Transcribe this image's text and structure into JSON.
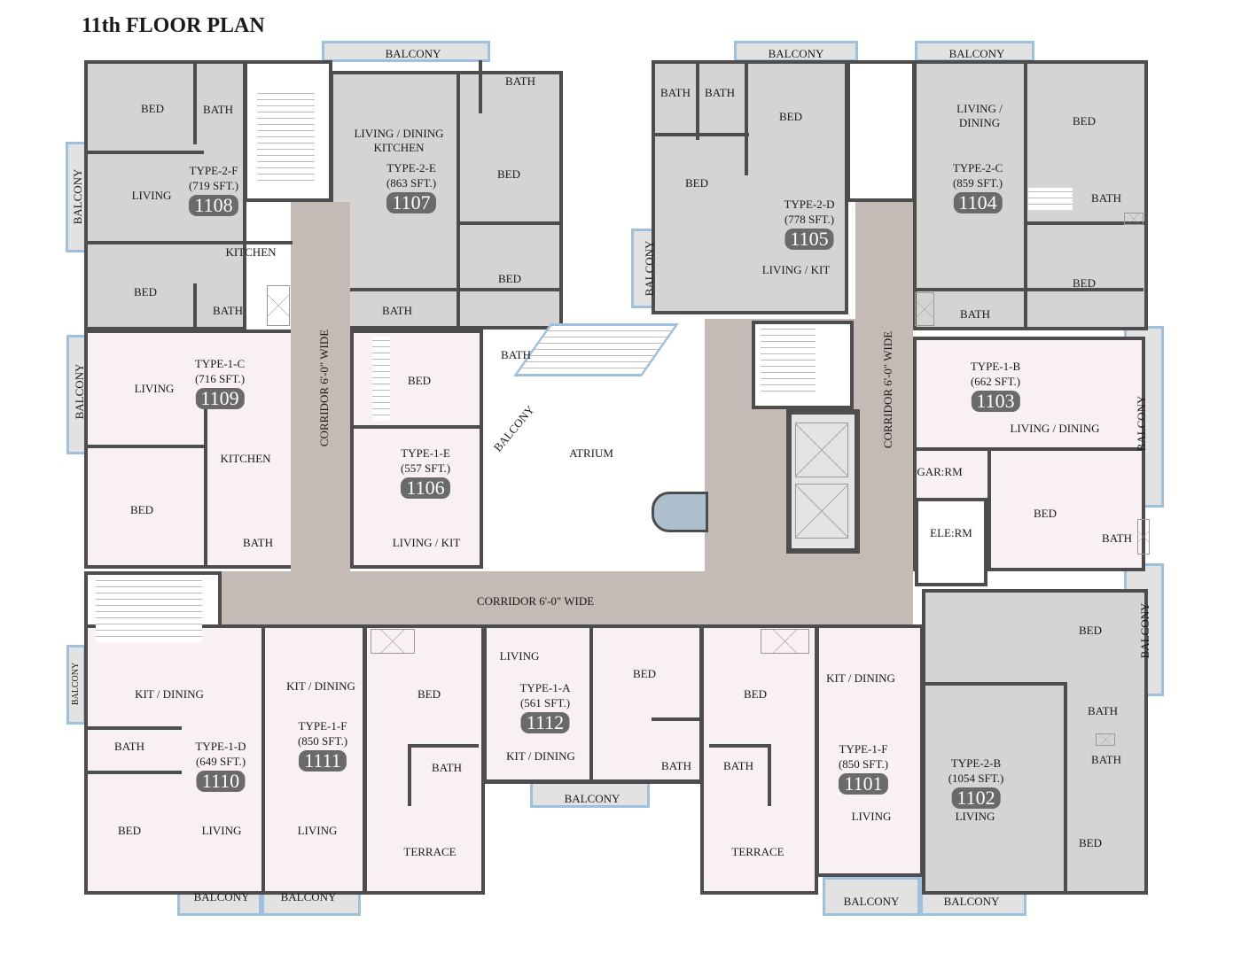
{
  "title": "11th FLOOR PLAN",
  "colors": {
    "type2_fill": "#d6d3d3",
    "type1_fill": "#f9f0f4",
    "corridor": "#c5bbb6",
    "wall": "#4d4d4d",
    "balcony_edge": "#9fc0dc",
    "badge": "#6a6a6a"
  },
  "units": [
    {
      "type": "TYPE-2-F",
      "area": "(719 SFT.)",
      "number": "1108"
    },
    {
      "type": "TYPE-2-E",
      "area": "(863 SFT.)",
      "number": "1107"
    },
    {
      "type": "TYPE-2-D",
      "area": "(778 SFT.)",
      "number": "1105"
    },
    {
      "type": "TYPE-2-C",
      "area": "(859 SFT.)",
      "number": "1104"
    },
    {
      "type": "TYPE-1-C",
      "area": "(716 SFT.)",
      "number": "1109"
    },
    {
      "type": "TYPE-1-E",
      "area": "(557 SFT.)",
      "number": "1106"
    },
    {
      "type": "TYPE-1-B",
      "area": "(662 SFT.)",
      "number": "1103"
    },
    {
      "type": "TYPE-1-D",
      "area": "(649 SFT.)",
      "number": "1110"
    },
    {
      "type": "TYPE-1-F",
      "area": "(850 SFT.)",
      "number": "1111"
    },
    {
      "type": "TYPE-1-A",
      "area": "(561 SFT.)",
      "number": "1112"
    },
    {
      "type": "TYPE-1-F",
      "area": "(850 SFT.)",
      "number": "1101"
    },
    {
      "type": "TYPE-2-B",
      "area": "(1054 SFT.)",
      "number": "1102"
    }
  ],
  "room_labels": [
    "BED",
    "BATH",
    "LIVING",
    "KITCHEN",
    "BED",
    "BATH",
    "BALCONY",
    "BALCONY",
    "BATH",
    "LIVING / DINING\nKITCHEN",
    "BED",
    "BED",
    "BATH",
    "BATH",
    "BATH",
    "BALCONY",
    "BED",
    "BED",
    "LIVING / KIT",
    "BALCONY",
    "BALCONY",
    "LIVING /\nDINING",
    "BED",
    "BATH",
    "BED",
    "BATH",
    "LIVING",
    "KITCHEN",
    "BED",
    "BATH",
    "BALCONY",
    "BED",
    "BATH",
    "BALCONY",
    "LIVING / KIT",
    "ATRIUM",
    "LIVING / DINING",
    "BALCONY",
    "GAR:RM",
    "ELE:RM",
    "BED",
    "BATH",
    "BED",
    "BALCONY",
    "BATH",
    "BATH",
    "LIVING",
    "BED",
    "CORRIDOR 6'-0\" WIDE",
    "CORRIDOR 6'-0\" WIDE",
    "CORRIDOR 6'-0\" WIDE",
    "KIT / DINING",
    "BALCONY",
    "BATH",
    "BED",
    "LIVING",
    "KIT / DINING",
    "LIVING",
    "BED",
    "BATH",
    "TERRACE",
    "LIVING",
    "KIT / DINING",
    "BED",
    "BATH",
    "BALCONY",
    "BED",
    "BATH",
    "TERRACE",
    "KIT / DINING",
    "LIVING",
    "BALCONY",
    "BALCONY",
    "BALCONY",
    "BALCONY"
  ]
}
